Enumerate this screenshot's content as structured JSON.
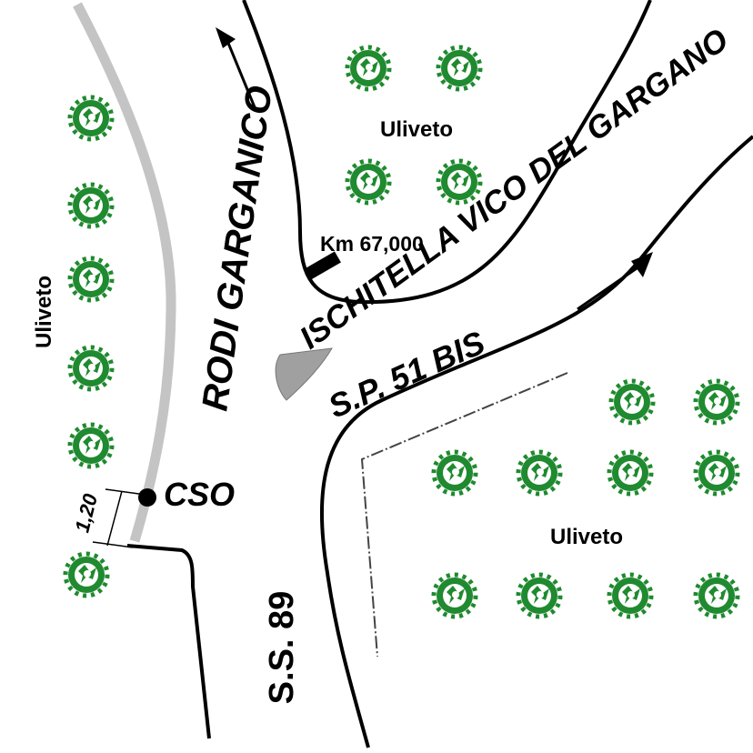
{
  "labels": {
    "uliveto_left": "Uliveto",
    "uliveto_top": "Uliveto",
    "uliveto_right": "Uliveto",
    "road_rodi": "RODI GARGANICO",
    "road_ischitella": "ISCHITELLA VICO DEL GARGANO",
    "road_sp": "S.P. 51 BIS",
    "road_ss": "S.S. 89",
    "km_marker": "Km 67,000",
    "cso": "CSO",
    "distance": "1,20"
  },
  "colors": {
    "tree": "#1f8a2f",
    "road_line": "#000000",
    "gray_line": "#c4c4c4",
    "island": "#a0a0a0"
  },
  "icons": [
    "tree-icon",
    "arrow-icon",
    "km-marker-icon",
    "cso-point-icon",
    "traffic-island-icon"
  ]
}
